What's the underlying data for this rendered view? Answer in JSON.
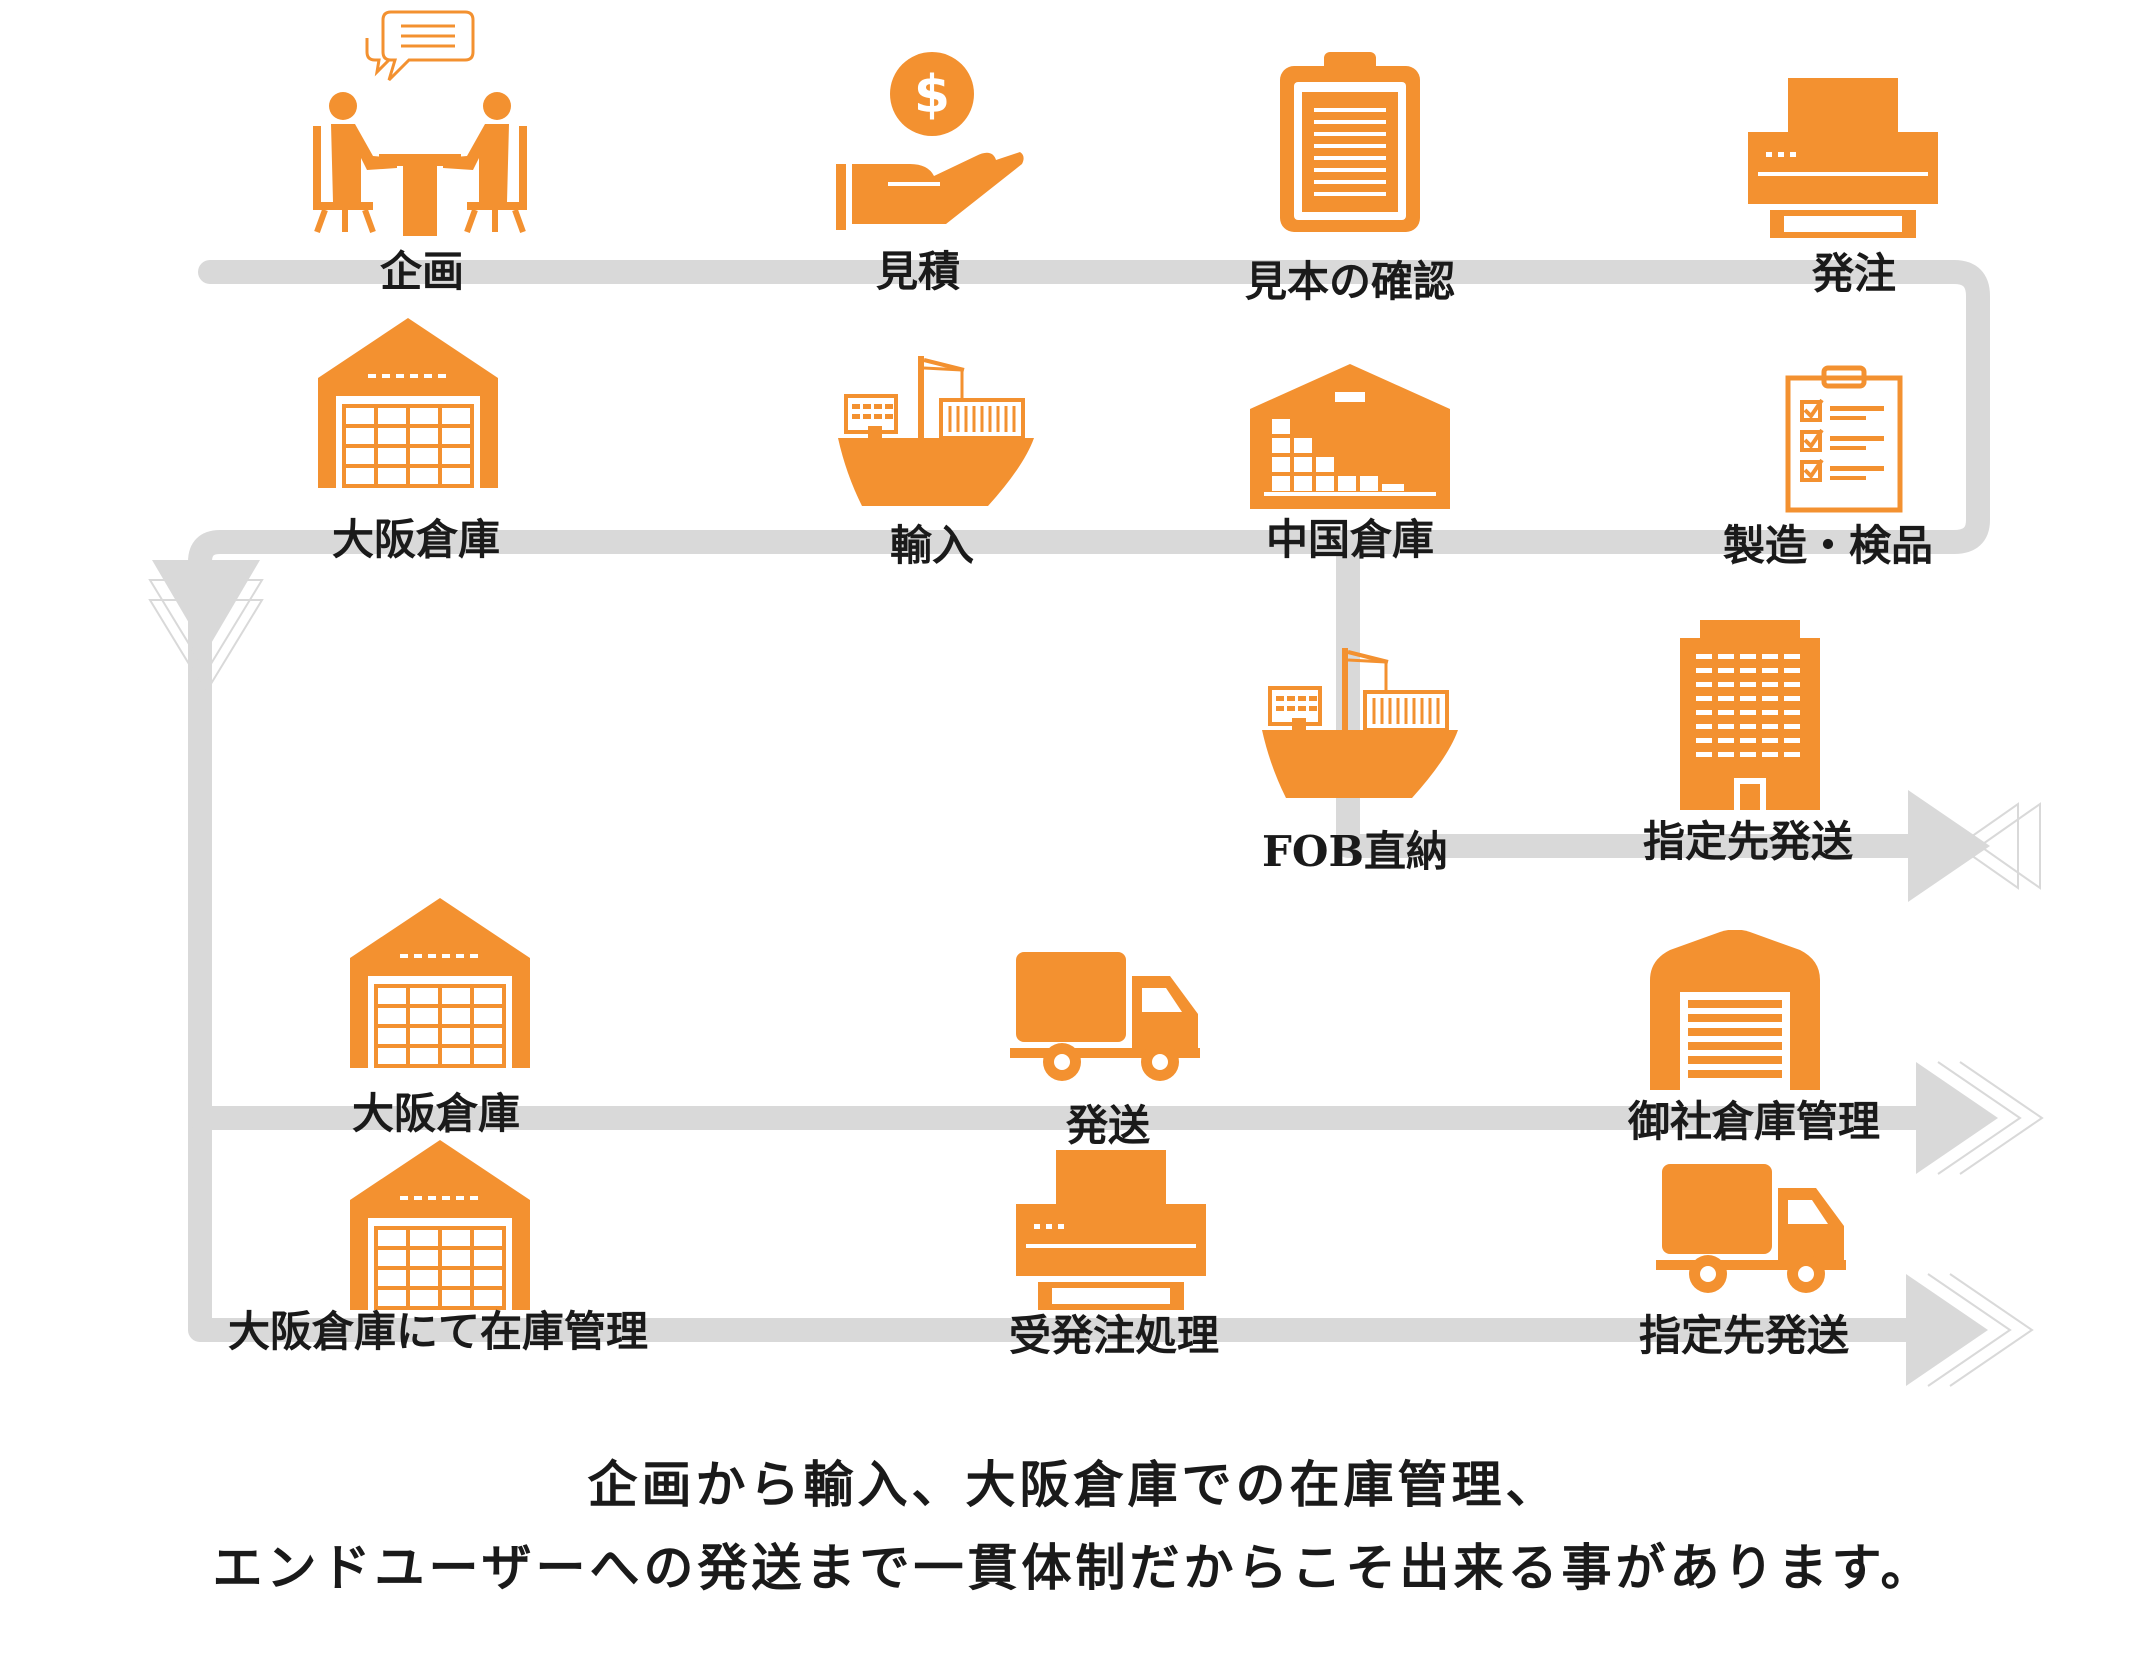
{
  "colors": {
    "icon": "#F39130",
    "track": "#D9D9D9",
    "text": "#1A1A1A"
  },
  "labels": {
    "planning": "企画",
    "estimate": "見積",
    "sample_check": "見本の確認",
    "order": "発注",
    "manufacture_inspect": "製造・検品",
    "china_warehouse": "中国倉庫",
    "import": "輸入",
    "osaka_warehouse_1": "大阪倉庫",
    "fob": "FOB直納",
    "designated_shipping_1": "指定先発送",
    "osaka_warehouse_2": "大阪倉庫",
    "shipping": "発送",
    "client_warehouse": "御社倉庫管理",
    "osaka_inventory": "大阪倉庫にて在庫管理",
    "order_processing": "受発注処理",
    "designated_shipping_2": "指定先発送"
  },
  "icons": {
    "meeting": "meeting-icon",
    "money_hand": "money-hand-icon",
    "clipboard": "clipboard-icon",
    "printer": "printer-icon",
    "checklist": "checklist-icon",
    "warehouse": "warehouse-icon",
    "ship": "cargo-ship-icon",
    "building": "office-building-icon",
    "truck": "truck-icon",
    "garage": "garage-icon"
  },
  "caption": {
    "line1": "企画から輸入、大阪倉庫での在庫管理、",
    "line2": "エンドユーザーへの発送まで一貫体制だからこそ出来る事があります。"
  }
}
